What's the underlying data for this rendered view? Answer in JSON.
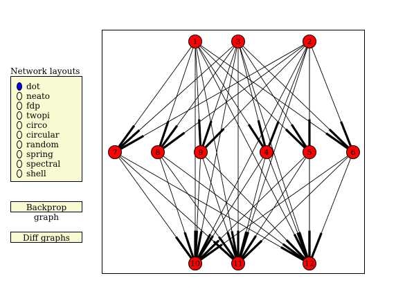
{
  "layout_panel": {
    "title": "Network layouts",
    "options": [
      "dot",
      "neato",
      "fdp",
      "twopi",
      "circo",
      "circular",
      "random",
      "spring",
      "spectral",
      "shell"
    ],
    "selected": "dot"
  },
  "buttons": {
    "backprop": "Backprop graph",
    "diff": "Diff graphs"
  },
  "colors": {
    "panel_bg": "#fafad2",
    "selected_radio": "#0000ff",
    "node_fill": "#ff0000",
    "edge": "#000000"
  },
  "graph": {
    "nodes": [
      {
        "id": "1",
        "layer": "input"
      },
      {
        "id": "3",
        "layer": "input"
      },
      {
        "id": "2",
        "layer": "input"
      },
      {
        "id": "7",
        "layer": "hidden"
      },
      {
        "id": "8",
        "layer": "hidden"
      },
      {
        "id": "9",
        "layer": "hidden"
      },
      {
        "id": "4",
        "layer": "hidden"
      },
      {
        "id": "5",
        "layer": "hidden"
      },
      {
        "id": "6",
        "layer": "hidden"
      },
      {
        "id": "10",
        "layer": "output"
      },
      {
        "id": "11",
        "layer": "output"
      },
      {
        "id": "12",
        "layer": "output"
      }
    ],
    "edges": [
      [
        "1",
        "7"
      ],
      [
        "1",
        "8"
      ],
      [
        "1",
        "9"
      ],
      [
        "1",
        "4"
      ],
      [
        "1",
        "5"
      ],
      [
        "1",
        "6"
      ],
      [
        "3",
        "7"
      ],
      [
        "3",
        "8"
      ],
      [
        "3",
        "9"
      ],
      [
        "3",
        "4"
      ],
      [
        "3",
        "5"
      ],
      [
        "3",
        "6"
      ],
      [
        "2",
        "7"
      ],
      [
        "2",
        "8"
      ],
      [
        "2",
        "9"
      ],
      [
        "2",
        "4"
      ],
      [
        "2",
        "5"
      ],
      [
        "2",
        "6"
      ],
      [
        "1",
        "10"
      ],
      [
        "1",
        "11"
      ],
      [
        "1",
        "12"
      ],
      [
        "3",
        "10"
      ],
      [
        "3",
        "11"
      ],
      [
        "3",
        "12"
      ],
      [
        "2",
        "10"
      ],
      [
        "2",
        "11"
      ],
      [
        "2",
        "12"
      ],
      [
        "7",
        "10"
      ],
      [
        "7",
        "11"
      ],
      [
        "7",
        "12"
      ],
      [
        "8",
        "10"
      ],
      [
        "8",
        "11"
      ],
      [
        "8",
        "12"
      ],
      [
        "9",
        "10"
      ],
      [
        "9",
        "11"
      ],
      [
        "9",
        "12"
      ],
      [
        "4",
        "10"
      ],
      [
        "4",
        "11"
      ],
      [
        "4",
        "12"
      ],
      [
        "5",
        "10"
      ],
      [
        "5",
        "11"
      ],
      [
        "5",
        "12"
      ],
      [
        "6",
        "10"
      ],
      [
        "6",
        "11"
      ],
      [
        "6",
        "12"
      ]
    ]
  }
}
